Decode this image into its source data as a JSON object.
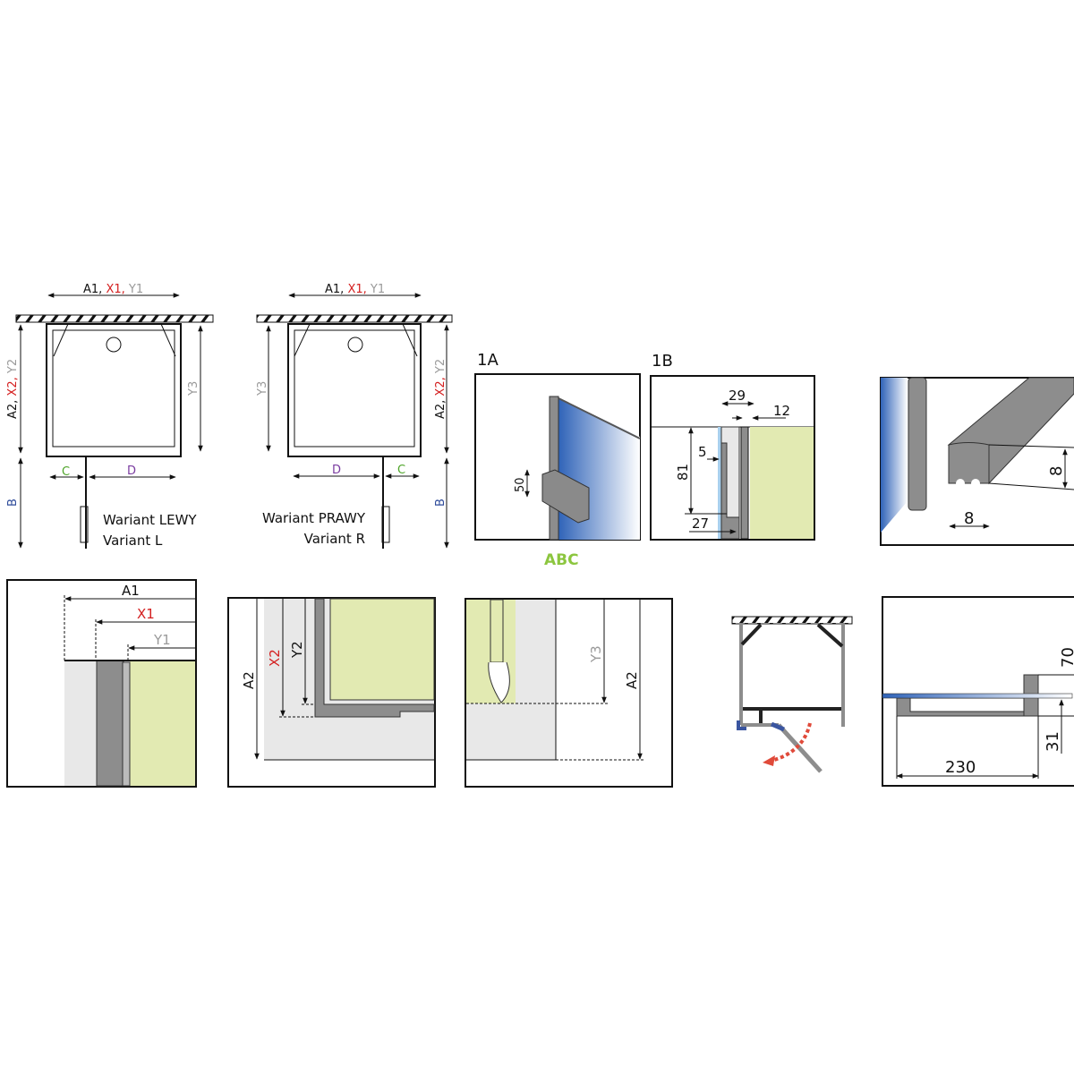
{
  "plans": {
    "left": {
      "top_dim": [
        "A1,",
        "X1,",
        "Y1"
      ],
      "side_dim": [
        "A2,",
        "X2,",
        "Y2"
      ],
      "y3": "Y3",
      "b": "B",
      "c": "C",
      "d": "D",
      "title": "Wariant LEWY",
      "subtitle": "Variant L"
    },
    "right": {
      "top_dim": [
        "A1,",
        "X1,",
        "Y1"
      ],
      "side_dim": [
        "A2,",
        "X2,",
        "Y2"
      ],
      "y3": "Y3",
      "b": "B",
      "c": "C",
      "d": "D",
      "title": "Wariant PRAWY",
      "subtitle": "Variant R"
    }
  },
  "detail_1a": {
    "label": "1A",
    "dim": "50"
  },
  "detail_1b": {
    "label": "1B",
    "dims": [
      "29",
      "12",
      "5",
      "81",
      "27"
    ]
  },
  "seal_detail": {
    "height": "8",
    "width": "8"
  },
  "watermark": "ABC",
  "bottom": {
    "panel1": [
      "A1",
      "X1",
      "Y1"
    ],
    "panel2": [
      "A2",
      "X2",
      "Y2"
    ],
    "panel3": [
      "Y3",
      "A2"
    ],
    "panel5": [
      "70",
      "31",
      "230"
    ]
  },
  "colors": {
    "red": "#d42020",
    "gray": "#9a9a9a",
    "green": "#4fa52a",
    "purple": "#7a3ca0",
    "blue": "#2e4b9a",
    "wall_green": "#e2eab2",
    "glass_blue": "#3d6fc4",
    "arrow_red": "#e04a3a"
  }
}
